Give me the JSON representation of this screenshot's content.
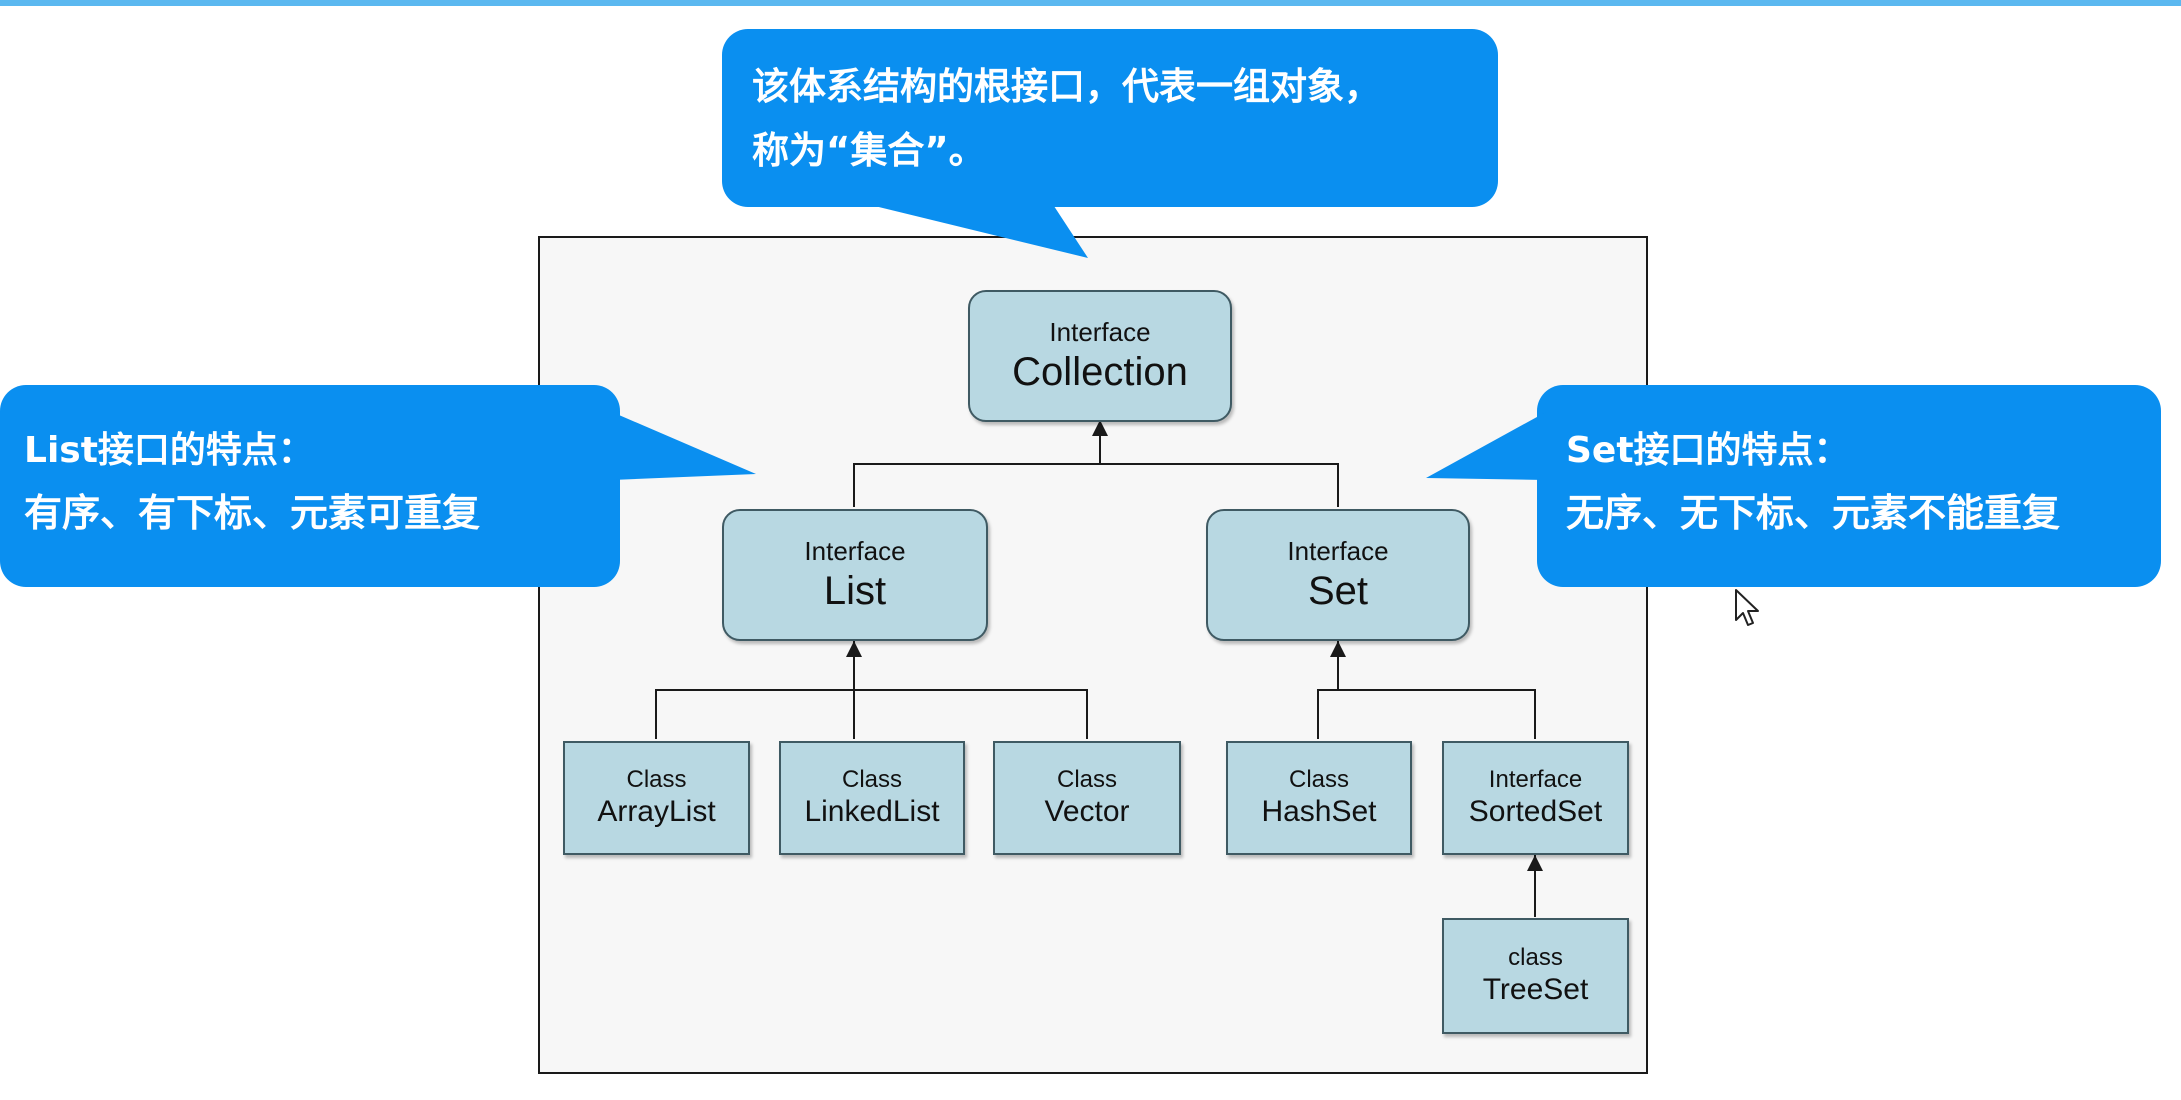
{
  "callouts": {
    "root": {
      "line1": "该体系结构的根接口，代表一组对象，",
      "line2": "称为“集合”。"
    },
    "list": {
      "title": "List接口的特点：",
      "desc": "有序、有下标、元素可重复"
    },
    "set": {
      "title": "Set接口的特点：",
      "desc": "无序、无下标、元素不能重复"
    }
  },
  "nodes": {
    "collection": {
      "kind": "Interface",
      "name": "Collection"
    },
    "list": {
      "kind": "Interface",
      "name": "List"
    },
    "set": {
      "kind": "Interface",
      "name": "Set"
    },
    "arraylist": {
      "kind": "Class",
      "name": "ArrayList"
    },
    "linkedlist": {
      "kind": "Class",
      "name": "LinkedList"
    },
    "vector": {
      "kind": "Class",
      "name": "Vector"
    },
    "hashset": {
      "kind": "Class",
      "name": "HashSet"
    },
    "sortedset": {
      "kind": "Interface",
      "name": "SortedSet"
    },
    "treeset": {
      "kind": "class",
      "name": "TreeSet"
    }
  },
  "colors": {
    "callout_fill": "#0a8ff0",
    "node_fill": "#b8d8e2",
    "node_border": "#3f5a63",
    "top_bar": "#5bb8f0"
  }
}
